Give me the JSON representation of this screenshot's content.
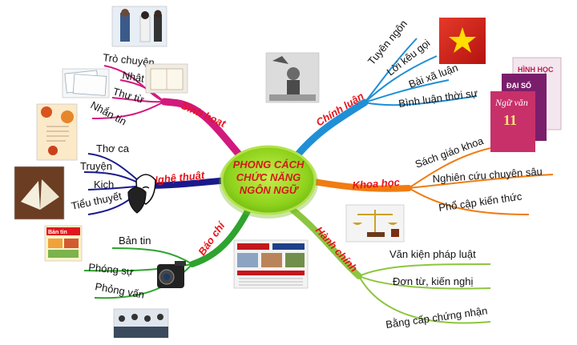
{
  "center": {
    "lines": [
      "PHONG CÁCH",
      "CHỨC NĂNG",
      "NGÔN NGỮ"
    ]
  },
  "branches": {
    "sinh_hoat": {
      "label": "Sinh hoạt",
      "color": "#d2197e",
      "items": [
        "Trò chuyện",
        "Nhật kí",
        "Thư từ",
        "Nhắn tin"
      ]
    },
    "nghe_thuat": {
      "label": "Nghệ thuật",
      "color": "#1a1a8c",
      "items": [
        "Thơ ca",
        "Truyện",
        "Kịch",
        "Tiểu thuyết"
      ]
    },
    "bao_chi": {
      "label": "Báo chí",
      "color": "#2ea32e",
      "items": [
        "Bản tin",
        "Phóng sự",
        "Phỏng vấn"
      ]
    },
    "chinh_luan": {
      "label": "Chính luận",
      "color": "#1f8fd6",
      "items": [
        "Tuyên ngôn",
        "Lời kêu gọi",
        "Bài xã luận",
        "Bình luận thời sự"
      ]
    },
    "khoa_hoc": {
      "label": "Khoa học",
      "color": "#f07c12",
      "items": [
        "Sách giáo khoa",
        "Nghiên cứu chuyên sâu",
        "Phổ cập kiến thức"
      ]
    },
    "hanh_chinh": {
      "label": "Hành chính",
      "color": "#8cc63f",
      "items": [
        "Văn kiện pháp luật",
        "Đơn từ, kiến nghị",
        "Bằng cấp chứng nhận"
      ]
    }
  },
  "images": {
    "books_title": "HÌNH HỌC",
    "books_title2": "ĐẠI SỐ",
    "books_title3": "Ngữ văn",
    "books_num": "11",
    "bantin_title": "Bản tin"
  }
}
